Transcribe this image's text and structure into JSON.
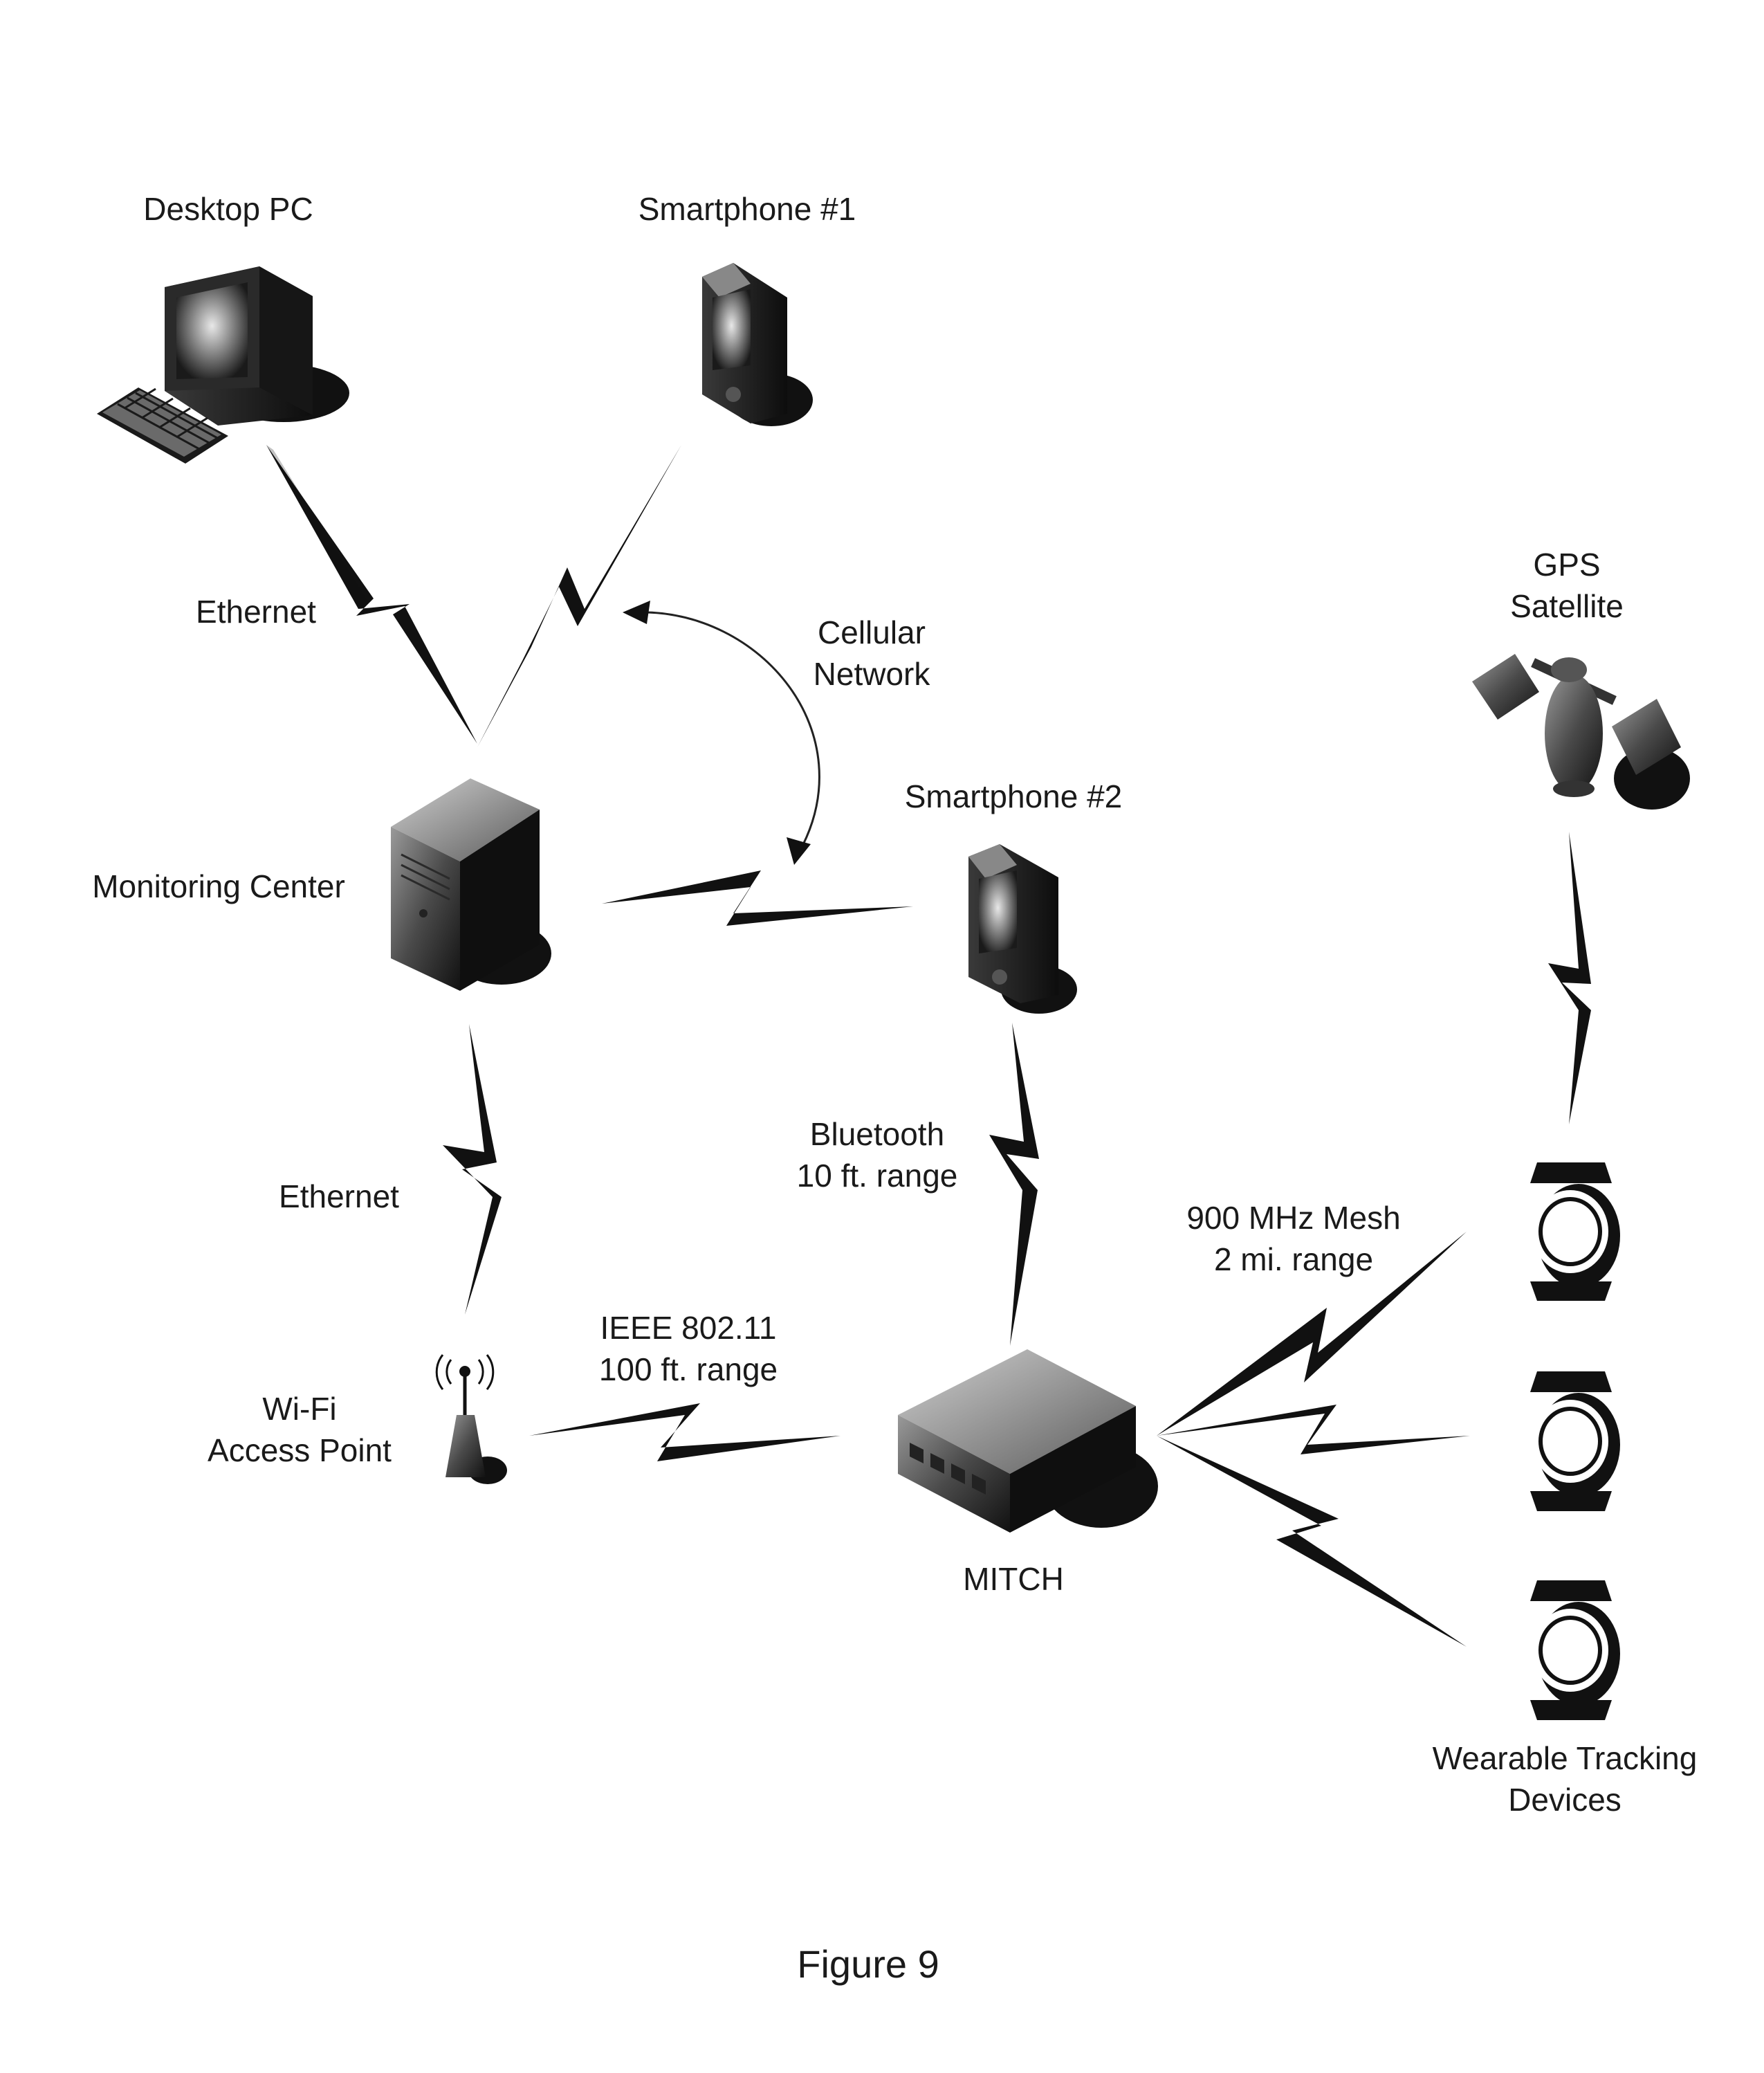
{
  "diagram": {
    "nodes": {
      "desktop_pc": {
        "label": "Desktop PC"
      },
      "smartphone_1": {
        "label": "Smartphone #1"
      },
      "smartphone_2": {
        "label": "Smartphone #2"
      },
      "monitoring_center": {
        "label": "Monitoring Center"
      },
      "gps_satellite": {
        "label_line1": "GPS",
        "label_line2": "Satellite"
      },
      "wifi_ap": {
        "label_line1": "Wi-Fi",
        "label_line2": "Access Point"
      },
      "mitch": {
        "label": "MITCH"
      },
      "wearables": {
        "label_line1": "Wearable Tracking",
        "label_line2": "Devices"
      }
    },
    "links": {
      "ethernet_top": "Ethernet",
      "cellular_line1": "Cellular",
      "cellular_line2": "Network",
      "ethernet_bottom": "Ethernet",
      "bluetooth_line1": "Bluetooth",
      "bluetooth_line2": "10 ft. range",
      "ieee_line1": "IEEE 802.11",
      "ieee_line2": "100 ft. range",
      "mesh_line1": "900 MHz Mesh",
      "mesh_line2": "2 mi. range"
    },
    "caption": "Figure 9"
  }
}
